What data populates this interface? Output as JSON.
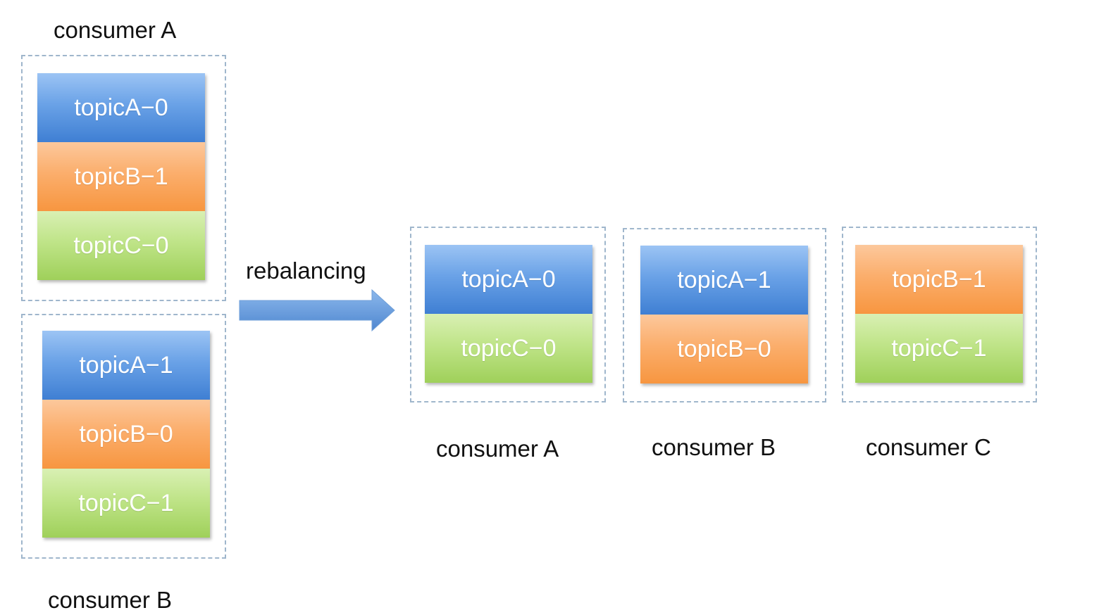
{
  "before": {
    "groups": [
      {
        "label": "consumer A",
        "partitions": [
          "topicA−0",
          "topicB−1",
          "topicC−0"
        ],
        "colors": [
          "blue",
          "orange",
          "green"
        ]
      },
      {
        "label": "consumer B",
        "partitions": [
          "topicA−1",
          "topicB−0",
          "topicC−1"
        ],
        "colors": [
          "blue",
          "orange",
          "green"
        ]
      }
    ]
  },
  "transition": {
    "label": "rebalancing"
  },
  "after": {
    "groups": [
      {
        "label": "consumer A",
        "partitions": [
          "topicA−0",
          "topicC−0"
        ],
        "colors": [
          "blue",
          "green"
        ]
      },
      {
        "label": "consumer B",
        "partitions": [
          "topicA−1",
          "topicB−0"
        ],
        "colors": [
          "blue",
          "orange"
        ]
      },
      {
        "label": "consumer C",
        "partitions": [
          "topicB−1",
          "topicC−1"
        ],
        "colors": [
          "orange",
          "green"
        ]
      }
    ]
  },
  "palette": {
    "blue": "#4f8fdc",
    "orange": "#f9a457",
    "green": "#b2dd73",
    "dashed_border": "#9fb6cc",
    "arrow": "#5f97d9"
  }
}
